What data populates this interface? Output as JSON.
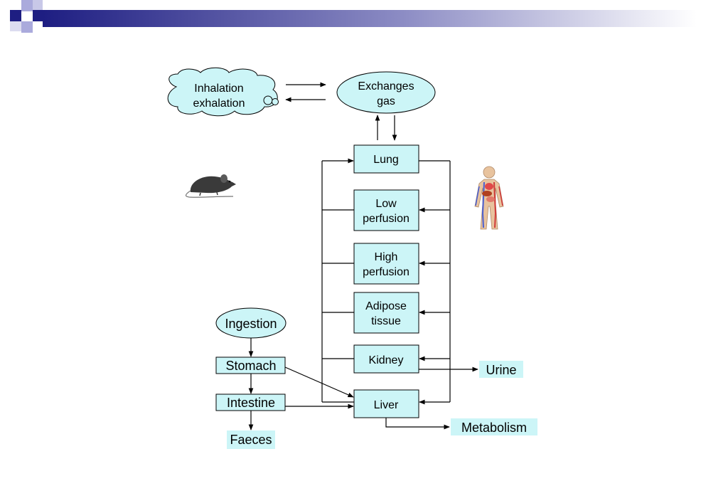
{
  "colors": {
    "box_fill": "#ccf5f7",
    "banner_dark": "#1e1e82",
    "banner_light": "#aaaadc",
    "stroke": "#000000"
  },
  "nodes": {
    "inhalation_line1": "Inhalation",
    "inhalation_line2": "exhalation",
    "exchanges_line1": "Exchanges",
    "exchanges_line2": "gas",
    "lung": "Lung",
    "low_perfusion_line1": "Low",
    "low_perfusion_line2": "perfusion",
    "high_perfusion_line1": "High",
    "high_perfusion_line2": "perfusion",
    "adipose_line1": "Adipose",
    "adipose_line2": "tissue",
    "kidney": "Kidney",
    "liver": "Liver",
    "ingestion": "Ingestion",
    "stomach": "Stomach",
    "intestine": "Intestine",
    "faeces": "Faeces",
    "urine": "Urine",
    "metabolism": "Metabolism"
  },
  "icons": {
    "mouse": "mouse-icon",
    "human": "human-body-icon"
  }
}
